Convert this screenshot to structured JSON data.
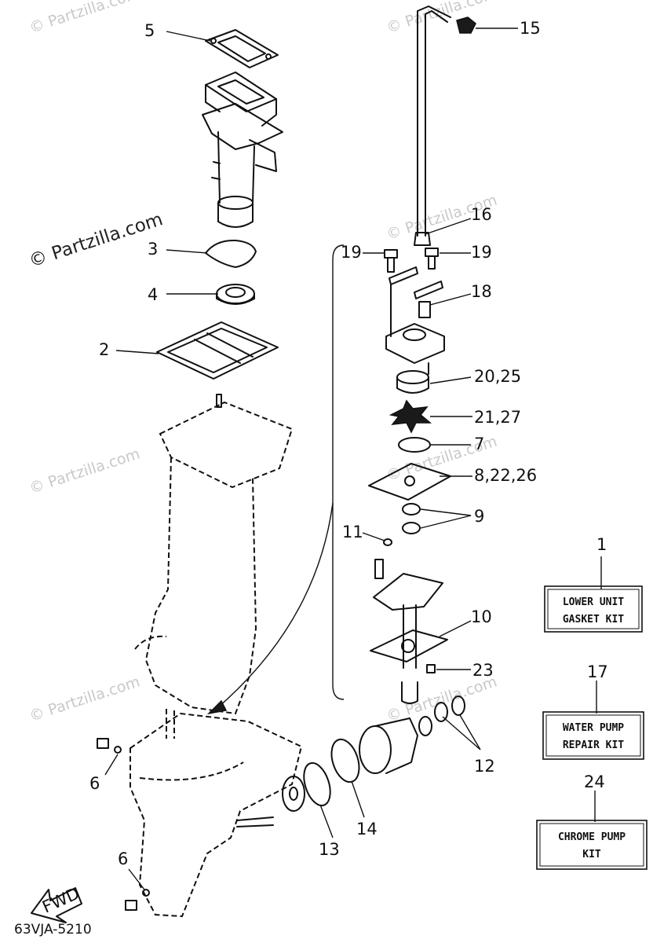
{
  "watermark": "© Partzilla.com",
  "diagram_code": "63VJA-5210",
  "fwd_label": "FWD",
  "callouts": {
    "c1": "1",
    "c2": "2",
    "c3": "3",
    "c4": "4",
    "c5": "5",
    "c6a": "6",
    "c6b": "6",
    "c7": "7",
    "c8": "8,22,26",
    "c9": "9",
    "c10": "10",
    "c11": "11",
    "c12": "12",
    "c13": "13",
    "c14": "14",
    "c15": "15",
    "c16": "16",
    "c17": "17",
    "c18": "18",
    "c19a": "19",
    "c19b": "19",
    "c20": "20,25",
    "c21": "21,27",
    "c23": "23",
    "c24": "24"
  },
  "kits": {
    "lower_unit": {
      "line1": "LOWER UNIT",
      "line2": "GASKET KIT"
    },
    "water_pump": {
      "line1": "WATER PUMP",
      "line2": "REPAIR KIT"
    },
    "chrome_pump": {
      "line1": "CHROME PUMP",
      "line2": "KIT"
    }
  }
}
